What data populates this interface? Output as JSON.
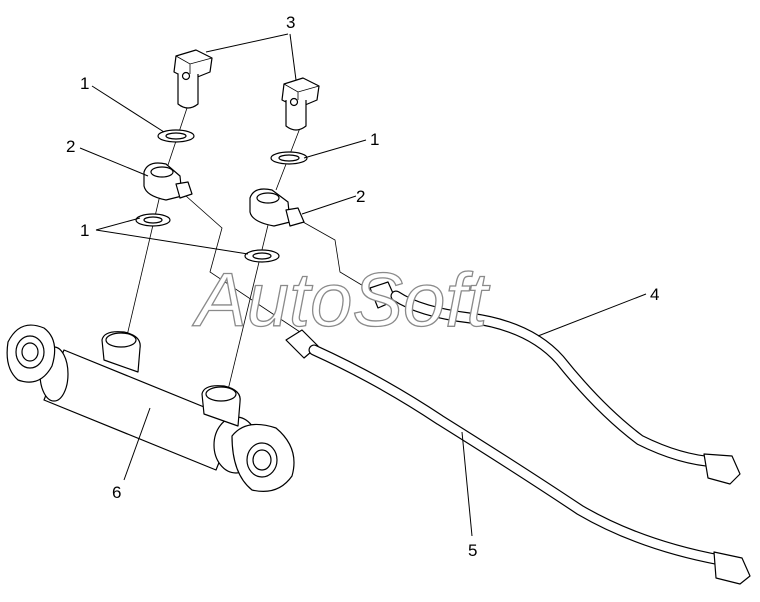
{
  "callouts": {
    "c3": "3",
    "c1_top": "1",
    "c1_right": "1",
    "c1_left": "1",
    "c2_left": "2",
    "c2_right": "2",
    "c4": "4",
    "c5": "5",
    "c6": "6"
  },
  "watermark": "AutoSoft",
  "parts": {
    "bolt": "banjo-bolt",
    "washer": "sealing-washer",
    "banjo": "banjo-fitting",
    "hose_upper": "hose",
    "hose_lower": "hose",
    "cylinder": "hydraulic-cylinder"
  }
}
